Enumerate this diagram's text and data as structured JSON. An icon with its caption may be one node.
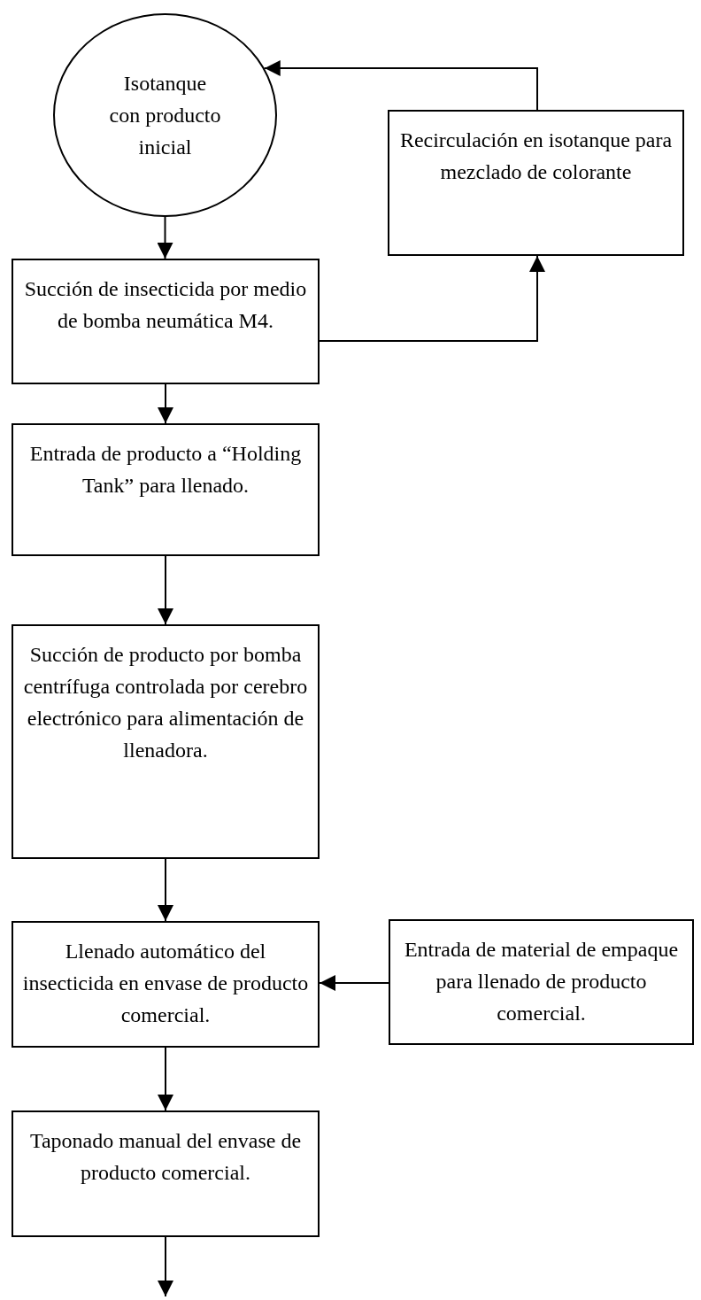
{
  "diagram": {
    "nodes": [
      {
        "text": [
          "Isotanque con producto inicial"
        ]
      },
      {
        "text": [
          "Recirculación en isotanque para mezclado de colorante"
        ]
      },
      {
        "text": [
          "Succión de insecticida por medio de bomba neumática M4."
        ]
      },
      {
        "text": [
          "Entrada de producto a “Holding Tank” para llenado."
        ]
      },
      {
        "text": [
          "Succión de producto por bomba centrífuga controlada por cerebro electrónico para alimentación de llenadora."
        ]
      },
      {
        "text": [
          "Llenado automático del insecticida en envase de producto comercial."
        ]
      },
      {
        "text": [
          "Entrada de material de empaque para llenado de producto comercial."
        ]
      },
      {
        "text": [
          "Taponado manual del envase de producto comercial."
        ]
      }
    ],
    "edges": [
      {
        "from": 0,
        "to": 2,
        "arrow": "to"
      },
      {
        "from": 2,
        "to": 1,
        "arrow": "to"
      },
      {
        "from": 1,
        "to": 0,
        "arrow": "to"
      },
      {
        "from": 2,
        "to": 3,
        "arrow": "to"
      },
      {
        "from": 3,
        "to": 4,
        "arrow": "to"
      },
      {
        "from": 4,
        "to": 5,
        "arrow": "to"
      },
      {
        "from": 6,
        "to": 5,
        "arrow": "to"
      },
      {
        "from": 5,
        "to": 7,
        "arrow": "to"
      },
      {
        "from": 7,
        "to": null,
        "arrow": "to"
      }
    ]
  }
}
